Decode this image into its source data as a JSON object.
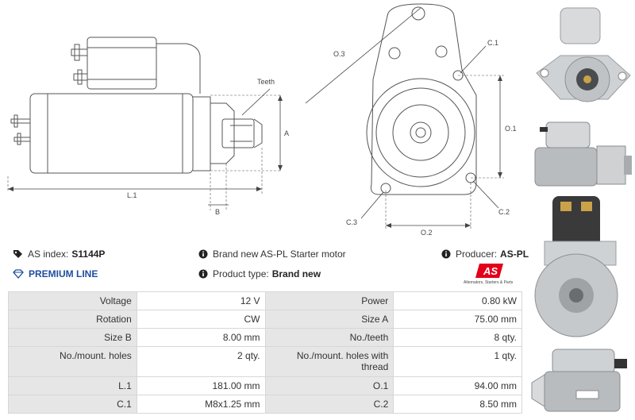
{
  "drawing": {
    "labels": {
      "teeth": "Teeth",
      "a": "A",
      "l1": "L.1",
      "b": "B",
      "o3": "O.3",
      "c1": "C.1",
      "o1": "O.1",
      "o2": "O.2",
      "c2": "C.2",
      "c3": "C.3"
    }
  },
  "info": {
    "as_index_label": "AS index:",
    "as_index_value": "S1144P",
    "premium_line": "PREMIUM LINE",
    "description": "Brand new AS-PL Starter motor",
    "product_type_label": "Product type:",
    "product_type_value": "Brand new",
    "producer_label": "Producer:",
    "producer_value": "AS-PL",
    "logo_text": "AS",
    "logo_subtitle": "Alternators, Starters & Parts",
    "colors": {
      "accent_blue": "#1f4e9c",
      "logo_red": "#e2001a"
    }
  },
  "specs": [
    {
      "k1": "Voltage",
      "v1": "12 V",
      "k2": "Power",
      "v2": "0.80 kW"
    },
    {
      "k1": "Rotation",
      "v1": "CW",
      "k2": "Size A",
      "v2": "75.00 mm"
    },
    {
      "k1": "Size B",
      "v1": "8.00 mm",
      "k2": "No./teeth",
      "v2": "8 qty."
    },
    {
      "k1": "No./mount. holes",
      "v1": "2 qty.",
      "k2": "No./mount. holes with thread",
      "v2": "1 qty."
    },
    {
      "k1": "L.1",
      "v1": "181.00 mm",
      "k2": "O.1",
      "v2": "94.00 mm"
    },
    {
      "k1": "C.1",
      "v1": "M8x1.25 mm",
      "k2": "C.2",
      "v2": "8.50 mm"
    }
  ]
}
